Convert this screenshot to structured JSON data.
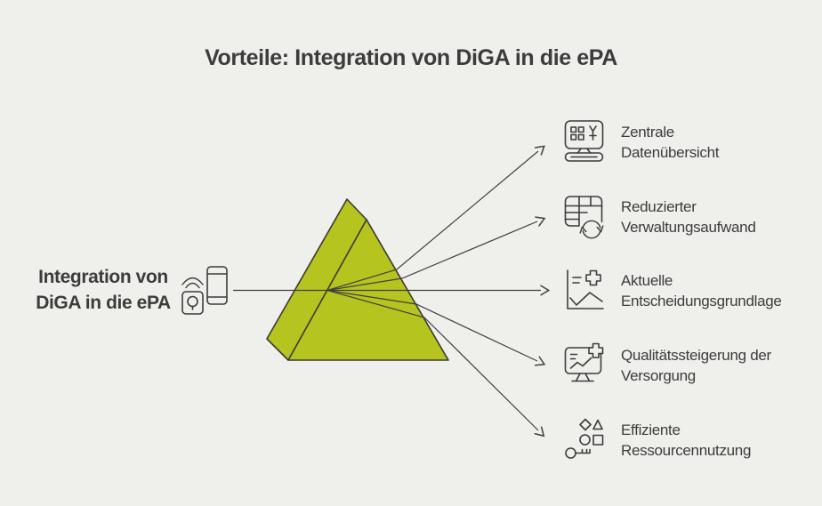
{
  "title": "Vorteile: Integration von DiGA in die ePA",
  "source": {
    "label_line1": "Integration von",
    "label_line2": "DiGA in die ePA",
    "icon": "smartphone-smart-device-icon"
  },
  "benefits": [
    {
      "icon": "dashboard-monitor-icon",
      "line1": "Zentrale",
      "line2": "Datenübersicht"
    },
    {
      "icon": "table-sync-icon",
      "line1": "Reduzierter",
      "line2": "Verwaltungsaufwand"
    },
    {
      "icon": "chart-plus-icon",
      "line1": "Aktuelle",
      "line2": "Entscheidungsgrundlage"
    },
    {
      "icon": "monitor-chart-plus-icon",
      "line1": "Qualitätssteigerung der",
      "line2": "Versorgung"
    },
    {
      "icon": "shapes-key-icon",
      "line1": "Effiziente",
      "line2": "Ressourcennutzung"
    }
  ],
  "colors": {
    "background": "#efefec",
    "prism_fill": "#b5c41e",
    "prism_stroke": "#3a3a30",
    "line": "#3f3f3f",
    "text": "#3c3c3c"
  }
}
